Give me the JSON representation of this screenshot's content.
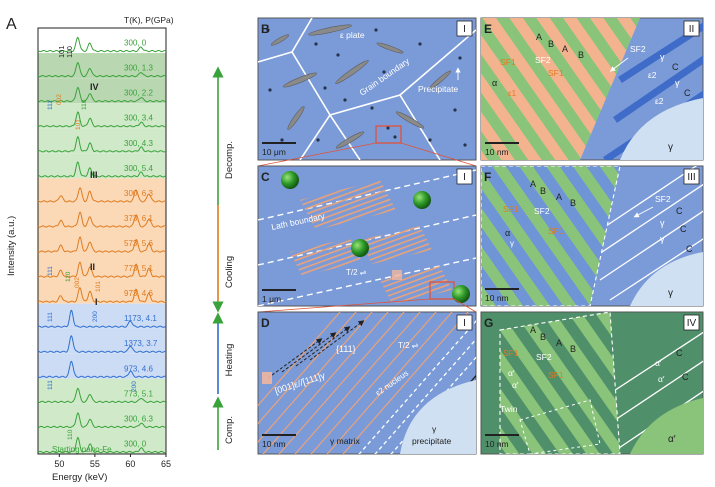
{
  "panelA": {
    "letter": "A",
    "header": "T(K), P(GPa)",
    "xlabel": "Energy (keV)",
    "ylabel": "Intensity (a.u.)",
    "xticks": [
      "50",
      "55",
      "60",
      "65"
    ],
    "stage_labels": [
      "Decomp.",
      "Cooling",
      "Heating",
      "Comp."
    ],
    "roman_labels": [
      "IV",
      "III",
      "II",
      "I"
    ],
    "peak_labels_top": [
      "101",
      "110"
    ],
    "starting_label": "Starting nano-Fe",
    "annotations": [
      "111",
      "110",
      "002",
      "101",
      "111",
      "110",
      "002",
      "101",
      "111",
      "200",
      "111",
      "200",
      "110"
    ],
    "colors": {
      "green": "#3aa23a",
      "orange": "#e07b1f",
      "blue": "#2f6fd0",
      "green_bg": "#cfe9c9",
      "green_dark_bg": "#b9d8b2",
      "orange_bg": "#fbd9b7",
      "blue_bg": "#cddcf5"
    },
    "traces": [
      {
        "label": "300,   0",
        "color": "green"
      },
      {
        "label": "300, 1.3",
        "color": "green"
      },
      {
        "label": "300, 2.2",
        "color": "green"
      },
      {
        "label": "300, 3.4",
        "color": "green"
      },
      {
        "label": "300, 4.3",
        "color": "green"
      },
      {
        "label": "300, 5.4",
        "color": "green"
      },
      {
        "label": "300, 6.3",
        "color": "orange"
      },
      {
        "label": "373, 6.1",
        "color": "orange"
      },
      {
        "label": "573, 5.6",
        "color": "orange"
      },
      {
        "label": "773, 5.1",
        "color": "orange"
      },
      {
        "label": "973, 4.6",
        "color": "orange"
      },
      {
        "label": "1173, 4.1",
        "color": "blue"
      },
      {
        "label": "1373, 3.7",
        "color": "blue"
      },
      {
        "label": "973, 4.6",
        "color": "blue"
      },
      {
        "label": "773, 5.1",
        "color": "green"
      },
      {
        "label": "300, 6.3",
        "color": "green"
      },
      {
        "label": "300,   0",
        "color": "green"
      }
    ]
  },
  "panelB": {
    "letter": "B",
    "roman": "I",
    "eps_plate": "ε plate",
    "grain_boundary": "Grain boundary",
    "precipitate": "Precipitate",
    "scale": "10 μm"
  },
  "panelC": {
    "letter": "C",
    "roman": "I",
    "lath_boundary": "Lath boundary",
    "twin_label": "T/2 ⇌",
    "scale": "1 μm"
  },
  "panelD": {
    "letter": "D",
    "roman": "I",
    "plane_label": "{111}",
    "orientation": "[001]ε//[111]γ",
    "twin_label": "T/2 ⇌",
    "nucleus": "ε2 nucleus",
    "matrix": "γ matrix",
    "precip_gamma": "γ",
    "precip_word": "precipitate",
    "scale": "10 nm"
  },
  "panelE": {
    "letter": "E",
    "roman": "II",
    "stacking": [
      "A",
      "B",
      "A",
      "B",
      "C"
    ],
    "sf1": "SF1",
    "sf2": "SF2",
    "sf2_right": "SF2",
    "alpha": "α",
    "epsilon1": "ε1",
    "gamma_labels": [
      "γ",
      "γ"
    ],
    "eps2_labels": [
      "ε2",
      "ε2"
    ],
    "c_labels": [
      "C",
      "C"
    ],
    "gamma_region": "γ",
    "scale": "10 nm"
  },
  "panelF": {
    "letter": "F",
    "roman": "III",
    "stacking": [
      "A",
      "B",
      "A",
      "B"
    ],
    "sf1": "SF1",
    "sf2": "SF2",
    "sf2_right": "SF2",
    "alpha": "α",
    "gamma_small": "γ",
    "right_labels": [
      "C",
      "C",
      "C"
    ],
    "gamma_labels": [
      "γ",
      "γ"
    ],
    "gamma_region": "γ",
    "scale": "10 nm"
  },
  "panelG": {
    "letter": "G",
    "roman": "IV",
    "stacking": [
      "A",
      "B",
      "A",
      "B"
    ],
    "sf1": "SF1",
    "sf2": "SF2",
    "alpha_primes": [
      "α′",
      "α′",
      "α′",
      "α′"
    ],
    "right_c": [
      "C",
      "C"
    ],
    "twin": "Twin",
    "alpha_region": "α′",
    "scale": "10 nm"
  }
}
